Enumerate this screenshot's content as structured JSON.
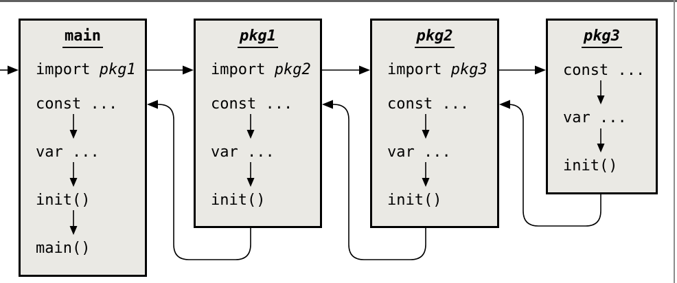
{
  "diagram": {
    "boxes": [
      {
        "id": "main",
        "title": "main",
        "title_italic": false,
        "rows": [
          {
            "type": "text",
            "segments": [
              {
                "text": "import "
              },
              {
                "text": "pkg1",
                "italic": true
              }
            ]
          },
          {
            "type": "text",
            "segments": [
              {
                "text": "const ..."
              }
            ]
          },
          {
            "type": "arrow"
          },
          {
            "type": "text",
            "segments": [
              {
                "text": "var ..."
              }
            ]
          },
          {
            "type": "arrow"
          },
          {
            "type": "text",
            "segments": [
              {
                "text": "init()"
              }
            ]
          },
          {
            "type": "arrow"
          },
          {
            "type": "text",
            "segments": [
              {
                "text": "main()"
              }
            ]
          }
        ]
      },
      {
        "id": "pkg1",
        "title": "pkg1",
        "title_italic": true,
        "rows": [
          {
            "type": "text",
            "segments": [
              {
                "text": "import "
              },
              {
                "text": "pkg2",
                "italic": true
              }
            ]
          },
          {
            "type": "text",
            "segments": [
              {
                "text": "const ..."
              }
            ]
          },
          {
            "type": "arrow"
          },
          {
            "type": "text",
            "segments": [
              {
                "text": "var ..."
              }
            ]
          },
          {
            "type": "arrow"
          },
          {
            "type": "text",
            "segments": [
              {
                "text": "init()"
              }
            ]
          }
        ]
      },
      {
        "id": "pkg2",
        "title": "pkg2",
        "title_italic": true,
        "rows": [
          {
            "type": "text",
            "segments": [
              {
                "text": "import "
              },
              {
                "text": "pkg3",
                "italic": true
              }
            ]
          },
          {
            "type": "text",
            "segments": [
              {
                "text": "const ..."
              }
            ]
          },
          {
            "type": "arrow"
          },
          {
            "type": "text",
            "segments": [
              {
                "text": "var ..."
              }
            ]
          },
          {
            "type": "arrow"
          },
          {
            "type": "text",
            "segments": [
              {
                "text": "init()"
              }
            ]
          }
        ]
      },
      {
        "id": "pkg3",
        "title": "pkg3",
        "title_italic": true,
        "rows": [
          {
            "type": "text",
            "segments": [
              {
                "text": "const ..."
              }
            ]
          },
          {
            "type": "arrow"
          },
          {
            "type": "text",
            "segments": [
              {
                "text": "var ..."
              }
            ]
          },
          {
            "type": "arrow"
          },
          {
            "type": "text",
            "segments": [
              {
                "text": "init()"
              }
            ]
          }
        ]
      }
    ]
  },
  "colors": {
    "background": "#ffffff",
    "box_fill": "#eae9e4",
    "line": "#000000",
    "text": "#000000",
    "frame_top": "#5f5f5f",
    "frame_right": "#8a8a8a"
  }
}
